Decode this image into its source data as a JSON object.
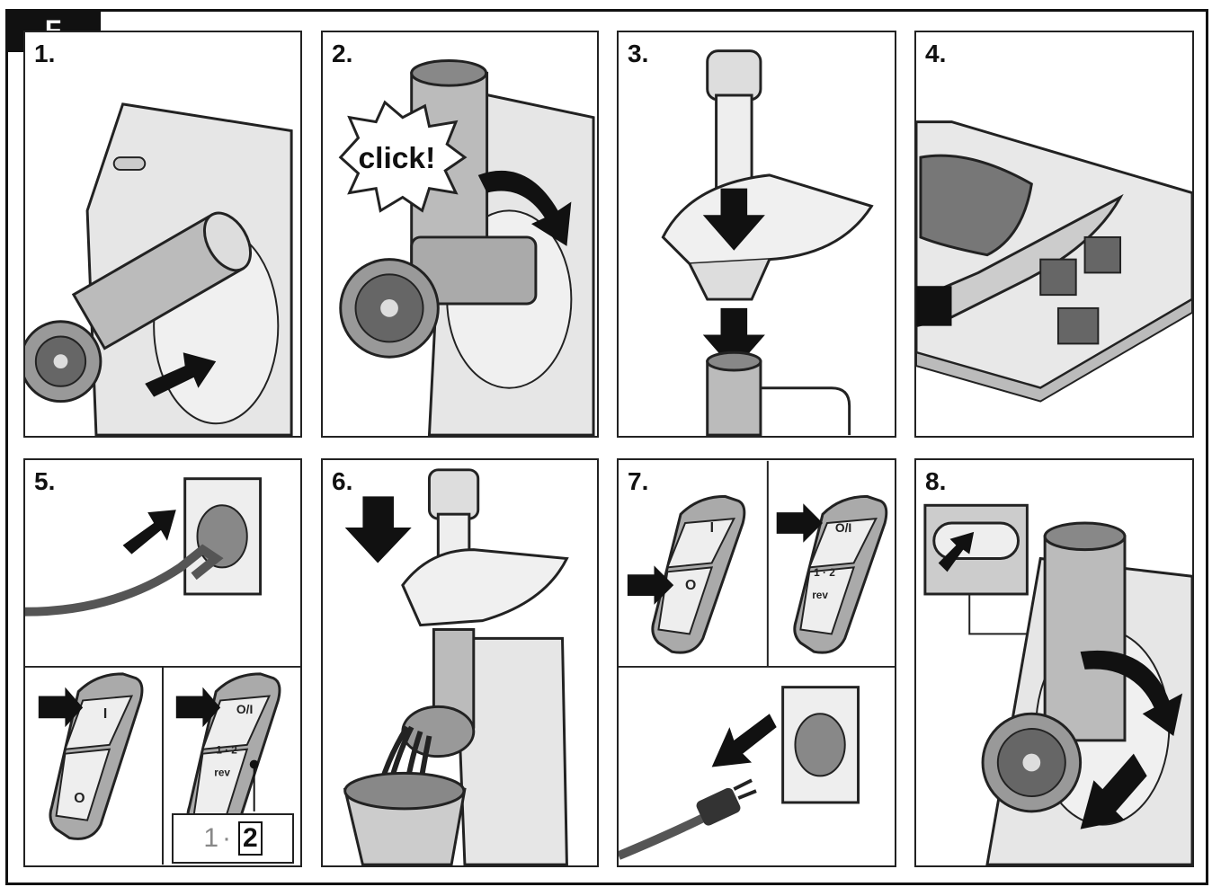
{
  "section_label": "F",
  "steps": [
    {
      "num": "1."
    },
    {
      "num": "2.",
      "callout": "click!"
    },
    {
      "num": "3."
    },
    {
      "num": "4."
    },
    {
      "num": "5.",
      "switch_top": "I",
      "switch_bottom": "O",
      "switch_top_b": "O/I",
      "speeds": "1 · 2",
      "rev": "rev",
      "mode_left": "1",
      "mode_sep": "·",
      "mode_right": "2"
    },
    {
      "num": "6."
    },
    {
      "num": "7.",
      "switch_top": "I",
      "switch_bottom": "O",
      "switch_top_b": "O/I",
      "speeds": "1 · 2",
      "rev": "rev"
    },
    {
      "num": "8."
    }
  ],
  "colors": {
    "line": "#222222",
    "fill_light": "#e6e6e6",
    "fill_mid": "#b0b0b0",
    "fill_dark": "#555555",
    "arrow": "#111111"
  }
}
